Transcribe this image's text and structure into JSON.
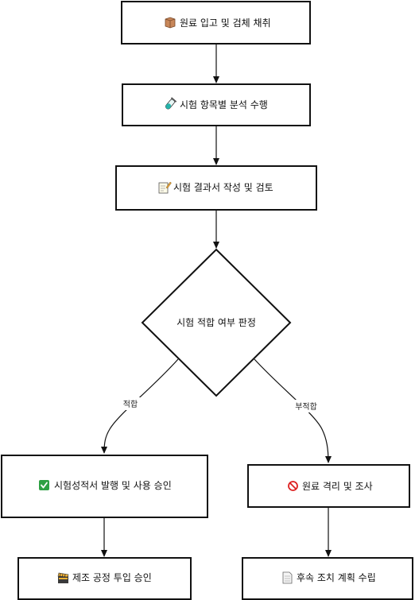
{
  "diagram": {
    "nodes": {
      "receive": {
        "label": "원료 입고 및 검체 채취",
        "icon": "package-icon"
      },
      "analyze": {
        "label": "시험 항목별 분석 수행",
        "icon": "test-tube-icon"
      },
      "report": {
        "label": "시험 결과서 작성 및 검토",
        "icon": "memo-icon"
      },
      "decision": {
        "label": "시험 적합 여부 판정"
      },
      "approve": {
        "label": "시험성적서 발행 및 사용 승인",
        "icon": "check-mark-icon",
        "icon_color": "#2ea043"
      },
      "isolate": {
        "label": "원료 격리 및 조사",
        "icon": "prohibited-icon",
        "icon_color": "#d22"
      },
      "production": {
        "label": "제조 공정 투입 승인",
        "icon": "clapper-board-icon"
      },
      "followup": {
        "label": "후속 조치 계획 수립",
        "icon": "page-icon"
      }
    },
    "edges": {
      "pass_label": "적합",
      "fail_label": "부적합"
    }
  }
}
